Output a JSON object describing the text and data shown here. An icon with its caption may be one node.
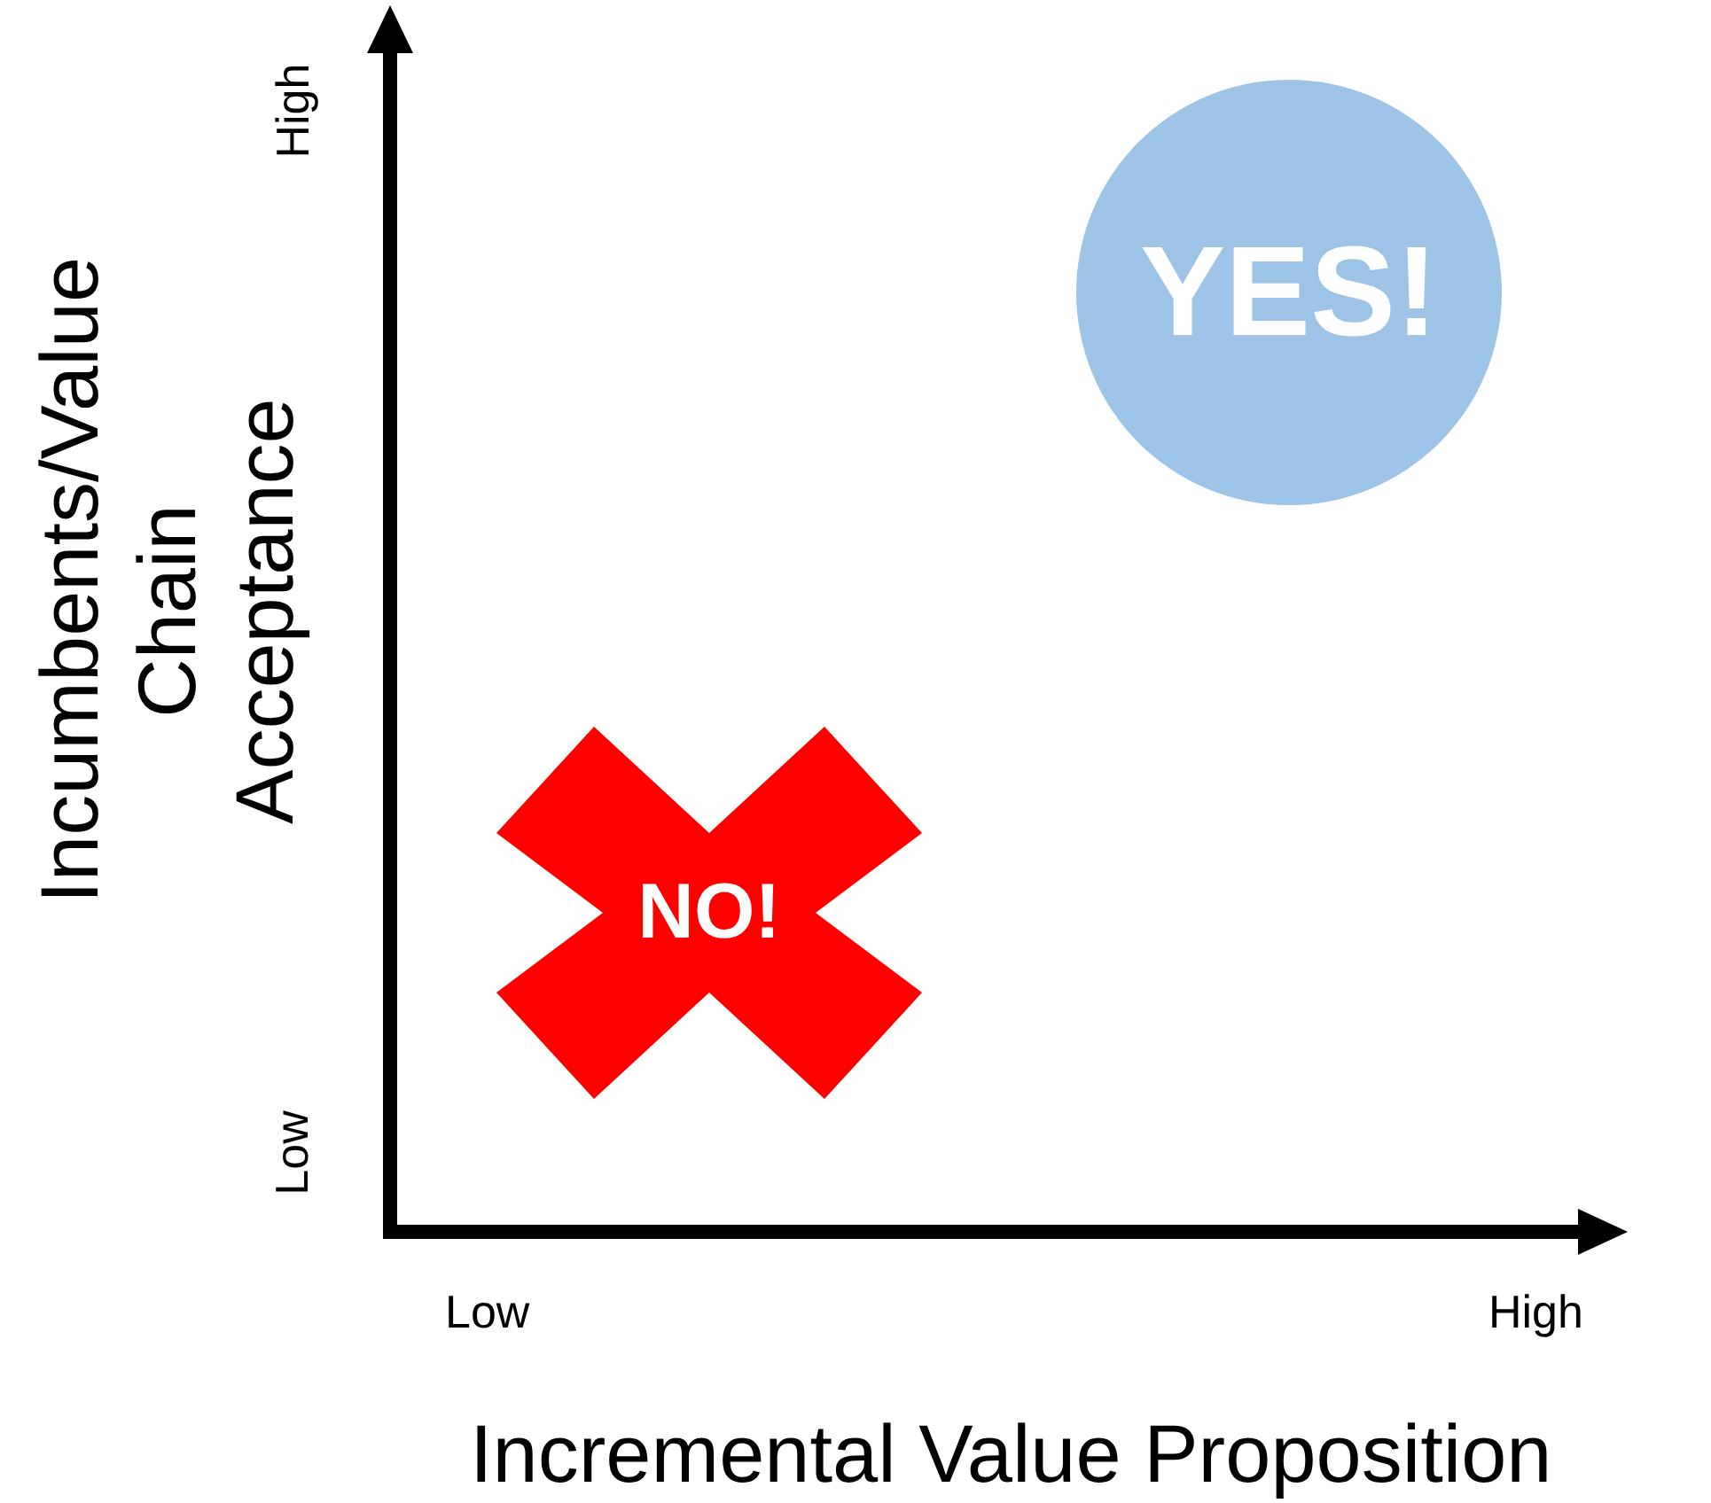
{
  "diagram": {
    "nodes": [
      {
        "text": [
          "YES!"
        ]
      },
      {
        "text": [
          "NO!"
        ]
      }
    ],
    "labels": [
      "High",
      "Low",
      "Incumbents/Value Chain Acceptance",
      "Low",
      "High",
      "Incremental Value Proposition"
    ]
  }
}
